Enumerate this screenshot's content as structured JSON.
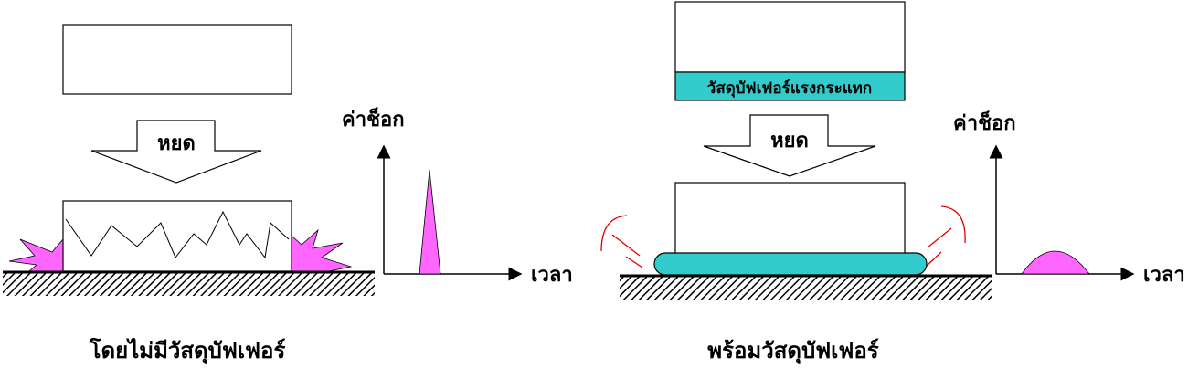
{
  "left_panel": {
    "drop_label": "หยด",
    "axis_y_label": "ค่าช็อก",
    "axis_x_label": "เวลา",
    "caption": "โดยไม่มีวัสดุบัฟเฟอร์"
  },
  "right_panel": {
    "buffer_label": "วัสดุบัฟเฟอร์แรงกระแทก",
    "drop_label": "หยด",
    "axis_y_label": "ค่าช็อก",
    "axis_x_label": "เวลา",
    "caption": "พร้อมวัสดุบัฟเฟอร์"
  },
  "colors": {
    "shock": "#ff66ff",
    "buffer": "#33cccc",
    "impact_lines": "#e00000"
  }
}
